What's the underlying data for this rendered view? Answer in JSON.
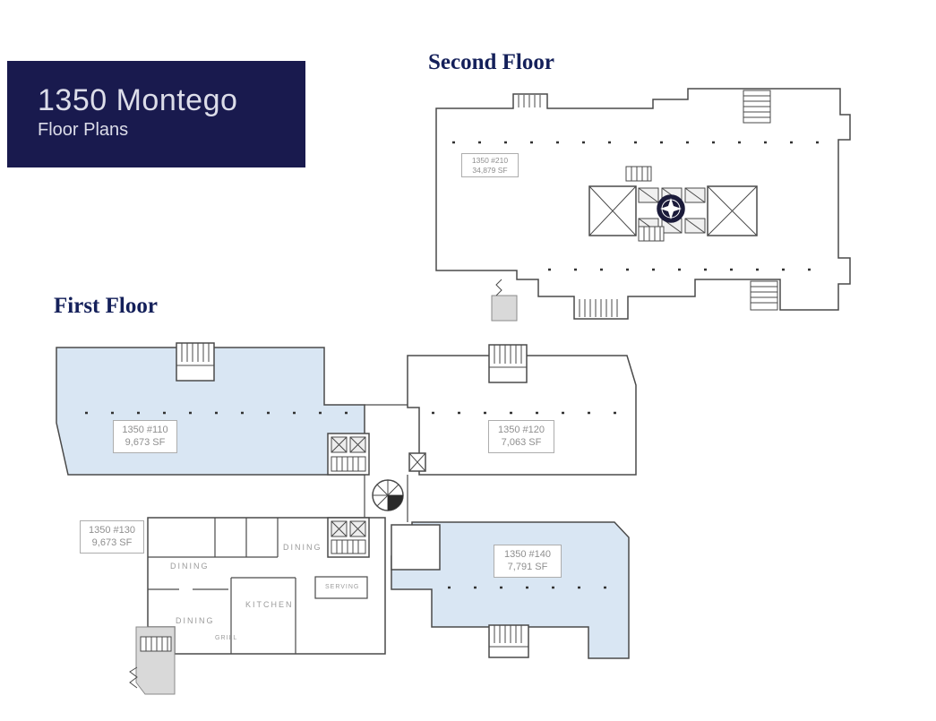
{
  "banner": {
    "title": "1350 Montego",
    "subtitle": "Floor Plans",
    "bg_color": "#191a4e"
  },
  "headings": {
    "second_floor": "Second Floor",
    "first_floor": "First Floor"
  },
  "second_floor": {
    "suites": [
      {
        "name": "1350 #210",
        "area": "34,879 SF"
      }
    ]
  },
  "first_floor": {
    "suites": [
      {
        "name": "1350 #110",
        "area": "9,673 SF",
        "shaded": true
      },
      {
        "name": "1350 #120",
        "area": "7,063 SF",
        "shaded": false
      },
      {
        "name": "1350 #130",
        "area": "9,673 SF",
        "shaded": false
      },
      {
        "name": "1350 #140",
        "area": "7,791 SF",
        "shaded": true
      }
    ],
    "rooms": [
      "DINING",
      "DINING",
      "DINING",
      "KITCHEN",
      "SERVING",
      "GRILL"
    ]
  },
  "colors": {
    "banner_bg": "#191a4e",
    "heading_navy": "#14205a",
    "suite_shade_blue": "#d9e6f3",
    "gray_shade": "#d9d9d9",
    "plan_outline": "#4a4a4a",
    "label_text": "#8f8f8f"
  }
}
